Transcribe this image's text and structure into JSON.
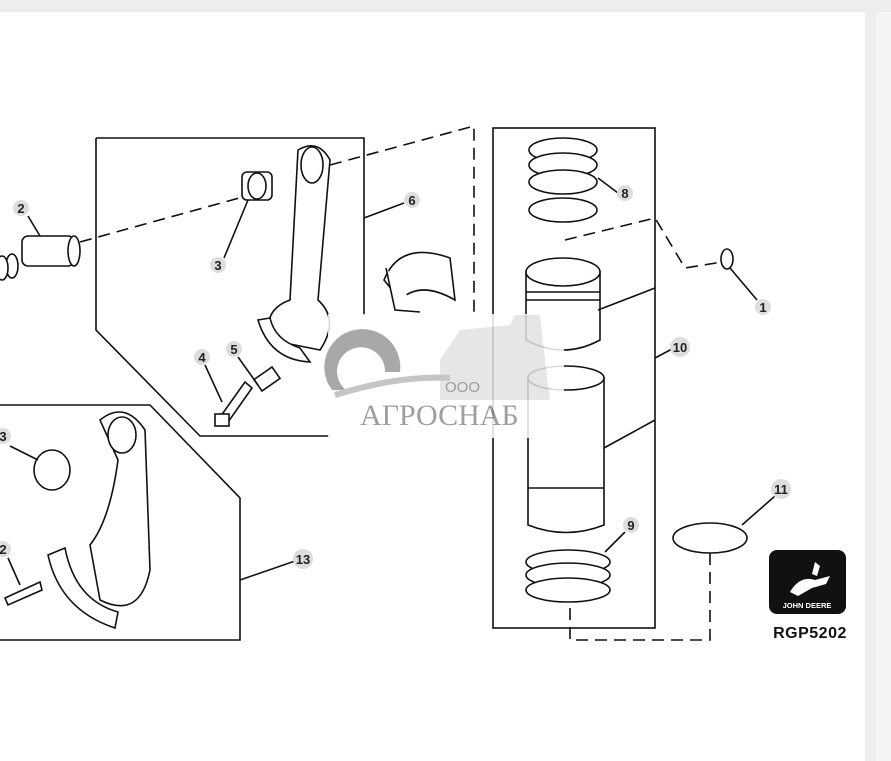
{
  "diagram": {
    "callouts": [
      "2",
      "3",
      "6",
      "8",
      "1",
      "4",
      "5",
      "10",
      "3",
      "11",
      "9",
      "2",
      "13"
    ],
    "figure_code": "RGP5202",
    "logo_text": "JOHN DEERE",
    "watermark": {
      "prefix": "ООО",
      "name": "АГРОСНАБ"
    }
  }
}
